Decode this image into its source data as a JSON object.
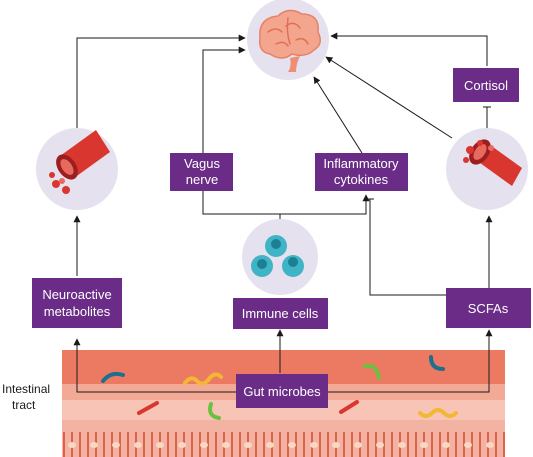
{
  "nodes": {
    "brain": {
      "icon": "brain-icon"
    },
    "vessel_left": {
      "icon": "blood-vessel-icon"
    },
    "vessel_right": {
      "icon": "blood-vessel-icon"
    },
    "immune": {
      "icon": "immune-cells-icon"
    }
  },
  "labels": {
    "neuroactive": [
      "Neuroactive",
      "metabolites"
    ],
    "vagus": [
      "Vagus",
      "nerve"
    ],
    "inflammatory": [
      "Inflammatory",
      "cytokines"
    ],
    "cortisol": "Cortisol",
    "immune_cells": "Immune cells",
    "scfas": "SCFAs",
    "gut_microbes": "Gut microbes",
    "intestinal": [
      "Intestinal",
      "tract"
    ]
  },
  "colors": {
    "box": "#6a2c86",
    "circle": "#e6e1ee",
    "gut_top": "#ec7a62",
    "gut_mid": "#f2a996",
    "gut_light": "#f9d7cc",
    "vessel": "#d8362f"
  }
}
